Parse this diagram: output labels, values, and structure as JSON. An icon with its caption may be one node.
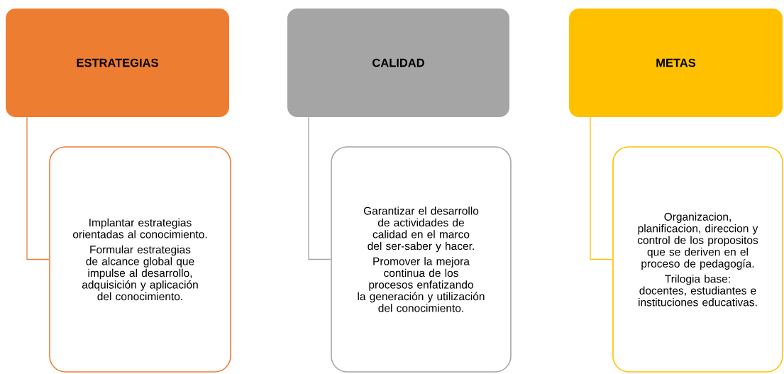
{
  "diagram": {
    "nodes": [
      {
        "text": [
          "ESTRATEGIAS"
        ]
      },
      {
        "text": [
          "Implantar estrategias orientadas al conocimiento.",
          "Formular estrategias de alcance global que impulse al desarrollo, adquisición y aplicación del conocimiento."
        ]
      },
      {
        "text": [
          "CALIDAD"
        ]
      },
      {
        "text": [
          "Garantizar el desarrollo de actividades de calidad en el marco del ser-saber y hacer.",
          "Promover la mejora continua de los procesos enfatizando la generación y utilización del conocimiento."
        ]
      },
      {
        "text": [
          "METAS"
        ]
      },
      {
        "text": [
          "Organizacion, planificacion, direccion y control de los propositos que se deriven en el proceso de pedagogía.",
          "Trilogia base: docentes, estudiantes e instituciones educativas."
        ]
      }
    ],
    "edges": [
      {
        "from": 0,
        "to": 1,
        "arrow": "none",
        "color": "#ed7d31"
      },
      {
        "from": 2,
        "to": 3,
        "arrow": "none",
        "color": "#a5a5a5"
      },
      {
        "from": 4,
        "to": 5,
        "arrow": "none",
        "color": "#ffc000"
      }
    ]
  }
}
